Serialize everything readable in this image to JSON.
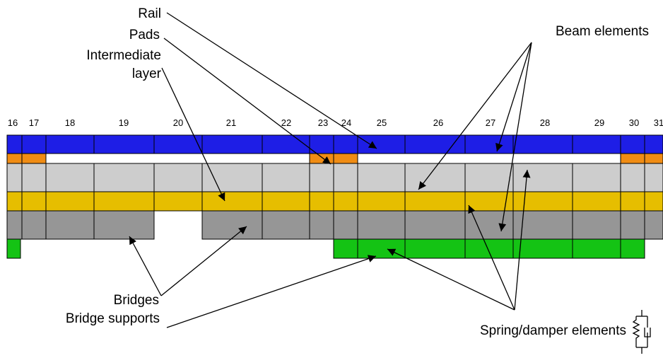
{
  "colors": {
    "rail": "#1e1ee6",
    "pad": "#f08c14",
    "intermediate_layer": "#e6be00",
    "beam": "#cdcdcd",
    "bridge": "#969696",
    "bridge_support": "#14c314"
  },
  "segment_labels": [
    "16",
    "17",
    "18",
    "19",
    "20",
    "21",
    "22",
    "23",
    "24",
    "25",
    "26",
    "27",
    "28",
    "29",
    "30",
    "31"
  ],
  "annotations": {
    "rail": "Rail",
    "pads": "Pads",
    "intermediate_1": "Intermediate",
    "intermediate_2": "layer",
    "beam_elements": "Beam elements",
    "bridges": "Bridges",
    "bridge_supports": "Bridge supports",
    "spring_damper": "Spring/damper elements"
  },
  "icon": "spring-damper-symbol"
}
